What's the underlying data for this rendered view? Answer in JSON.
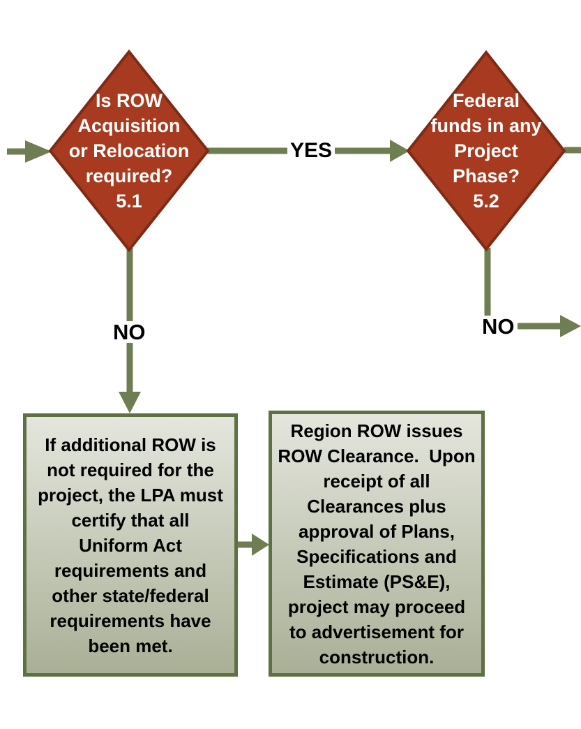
{
  "diamonds": [
    {
      "label": "Is ROW\nAcquisition\nor Relocation\nrequired?\n5.1"
    },
    {
      "label": "Federal\nfunds in any\nProject\nPhase?\n5.2"
    }
  ],
  "edge_labels": {
    "yes": "YES",
    "no_left": "NO",
    "no_right": "NO"
  },
  "boxes": [
    {
      "text": "If additional ROW is\nnot required for the\nproject, the LPA must\ncertify that all\nUniform Act\nrequirements and\nother state/federal\nrequirements have\nbeen met."
    },
    {
      "text": "Region ROW issues\nROW Clearance.  Upon\nreceipt of all\nClearances plus\napproval of Plans,\nSpecifications and\nEstimate (PS&E),\nproject may proceed\nto advertisement for\nconstruction."
    }
  ],
  "colors": {
    "diamond_fill": "#A83A20",
    "diamond_border": "#7D2B16",
    "diamond_text": "#FFFFFF",
    "connector_green": "#6F7E52",
    "box_border": "#5E7144",
    "box_fill_top": "#E4E6DD",
    "box_fill_bottom": "#A9B096",
    "label_text": "#000000"
  }
}
